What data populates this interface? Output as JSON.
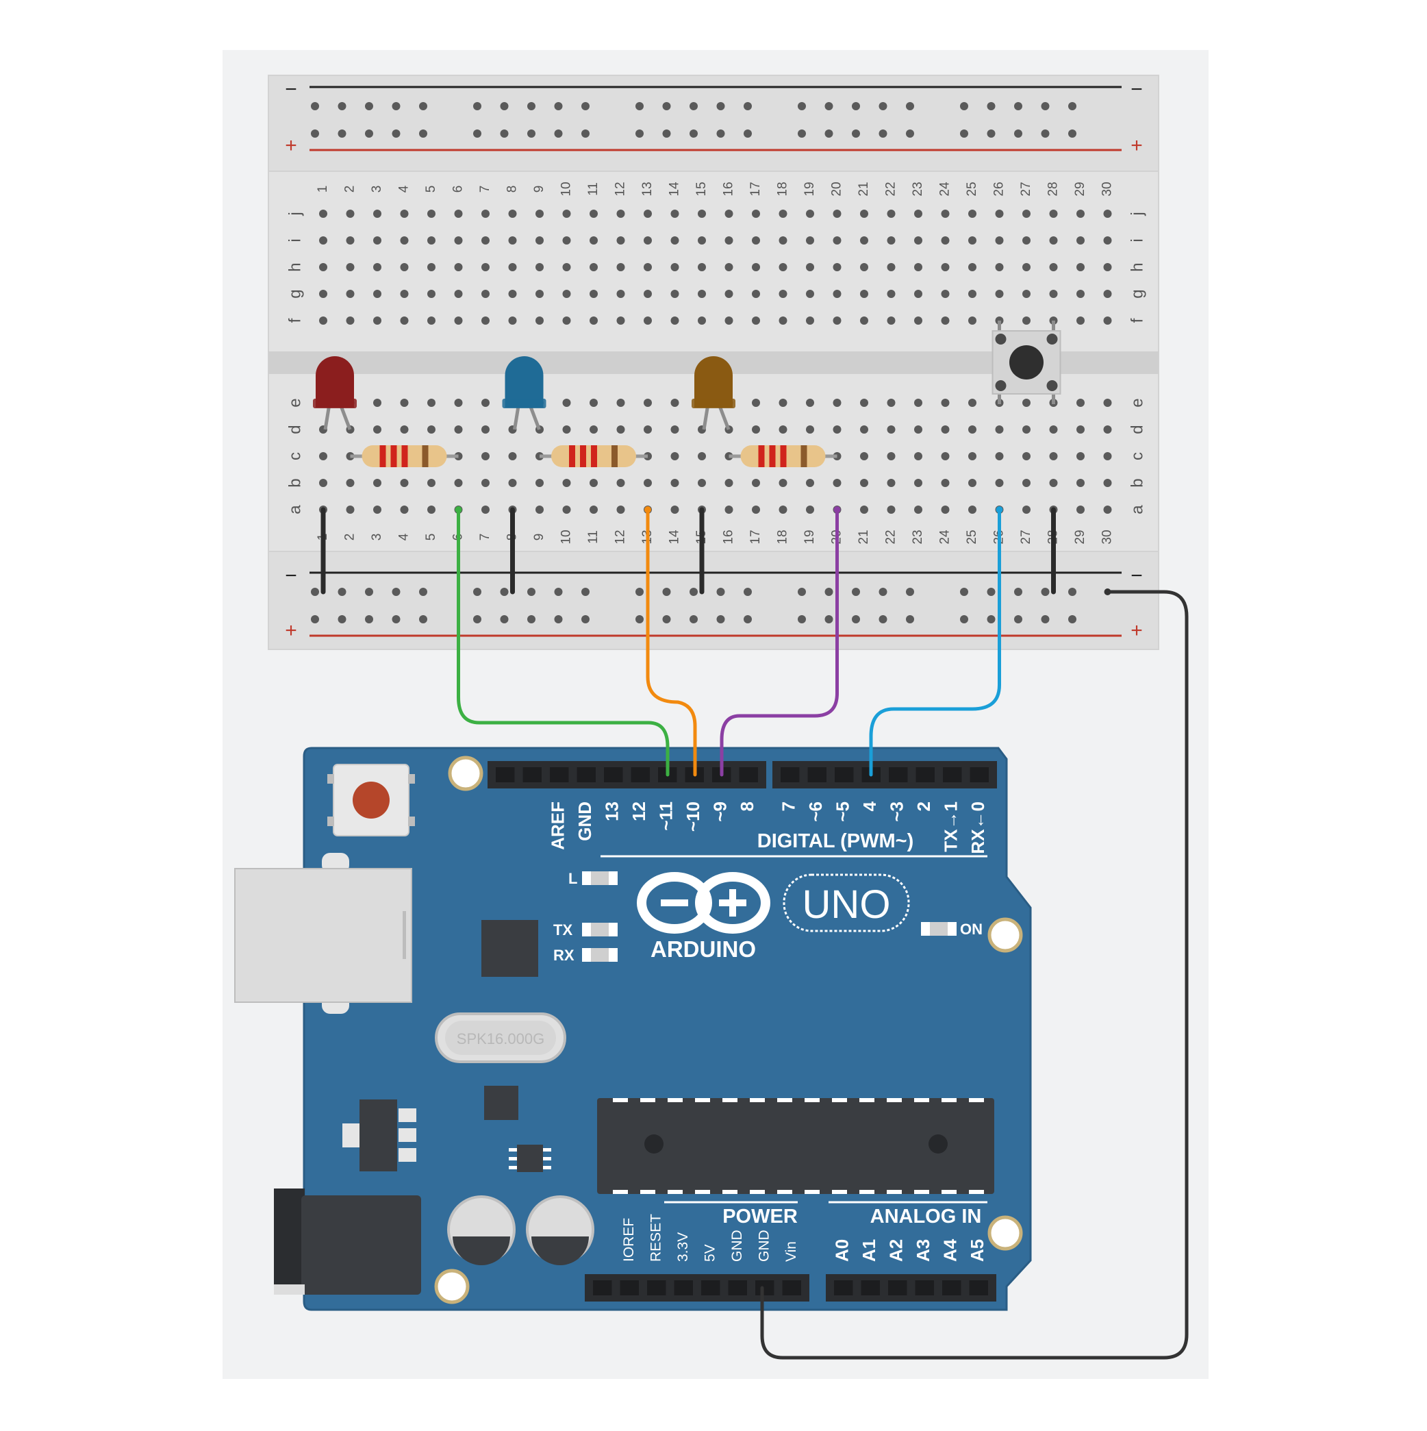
{
  "breadboard": {
    "rail_minus": "−",
    "rail_plus": "+",
    "row_labels_top": [
      "j",
      "i",
      "h",
      "g",
      "f"
    ],
    "row_labels_bottom": [
      "e",
      "d",
      "c",
      "b",
      "a"
    ],
    "column_numbers": [
      "1",
      "2",
      "3",
      "4",
      "5",
      "6",
      "7",
      "8",
      "9",
      "10",
      "11",
      "12",
      "13",
      "14",
      "15",
      "16",
      "17",
      "18",
      "19",
      "20",
      "21",
      "22",
      "23",
      "24",
      "25",
      "26",
      "27",
      "28",
      "29",
      "30"
    ]
  },
  "components": {
    "leds": [
      {
        "name": "red-led",
        "color": "#8b1e1e",
        "column": 1
      },
      {
        "name": "blue-led",
        "color": "#1f6b96",
        "column": 8
      },
      {
        "name": "amber-led",
        "color": "#8a5a12",
        "column": 15
      }
    ],
    "resistors": [
      {
        "from_column": 2,
        "to_column": 6
      },
      {
        "from_column": 9,
        "to_column": 13
      },
      {
        "from_column": 16,
        "to_column": 20
      }
    ],
    "pushbutton": {
      "columns": [
        26,
        28
      ]
    }
  },
  "wires": [
    {
      "name": "green-wire",
      "color": "#3cb043",
      "breadboard": "a6",
      "arduino_pin": "~11"
    },
    {
      "name": "orange-wire",
      "color": "#f28a0f",
      "breadboard": "a13",
      "arduino_pin": "~10"
    },
    {
      "name": "purple-wire",
      "color": "#8b3fa3",
      "breadboard": "a20",
      "arduino_pin": "~9"
    },
    {
      "name": "blue-wire",
      "color": "#1a9fd8",
      "breadboard": "a26",
      "arduino_pin": "4"
    },
    {
      "name": "gnd-wire",
      "color": "#333333",
      "breadboard": "-rail 30",
      "arduino_pin": "GND"
    }
  ],
  "arduino": {
    "digital_pins": [
      "AREF",
      "GND",
      "13",
      "12",
      "~11",
      "~10",
      "~9",
      "8",
      "7",
      "~6",
      "~5",
      "4",
      "~3",
      "2",
      "TX→1",
      "RX←0"
    ],
    "digital_label": "DIGITAL (PWM~)",
    "led_l": "L",
    "led_tx": "TX",
    "led_rx": "RX",
    "led_on": "ON",
    "brand": "ARDUINO",
    "model": "UNO",
    "crystal": "SPK16.000G",
    "power_label": "POWER",
    "power_pins": [
      "IOREF",
      "RESET",
      "3.3V",
      "5V",
      "GND",
      "GND",
      "Vin"
    ],
    "analog_label": "ANALOG IN",
    "analog_pins": [
      "A0",
      "A1",
      "A2",
      "A3",
      "A4",
      "A5"
    ]
  }
}
